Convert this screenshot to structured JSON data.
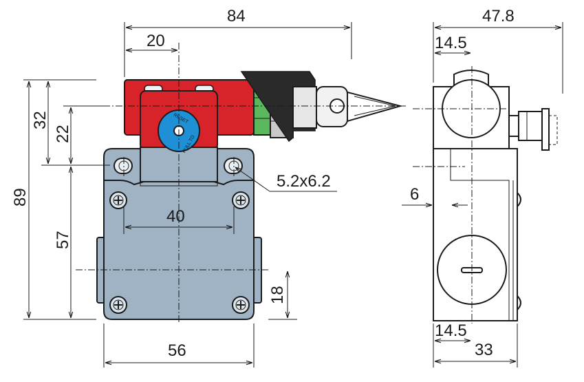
{
  "dimensions": {
    "overall_width": "84",
    "offset_to_axis": "20",
    "top_height": "32",
    "head_height": "22",
    "total_height": "89",
    "body_height": "57",
    "mount_slot": "5.2x6.2",
    "hole_spacing_h": "40",
    "base_width": "56",
    "hole_from_bottom": "18",
    "side_depth": "47.8",
    "side_top_offset": "14.5",
    "side_step": "6",
    "side_bottom_offset": "14.5",
    "side_width": "33"
  },
  "labels": {
    "reset_text": "RESET",
    "pull_text": "PULL TO"
  },
  "colors": {
    "head_red": "#d8232a",
    "reset_blue": "#1f8fd6",
    "body_grey": "#9fb3c4",
    "collar_green": "#5bb85d",
    "nut_dark": "#2a2a2a"
  }
}
